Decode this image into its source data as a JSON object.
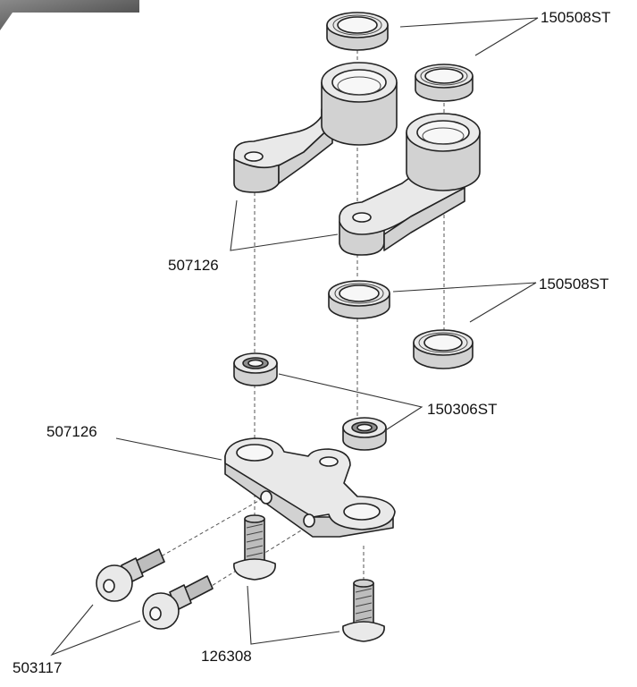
{
  "labels": {
    "bearing_top": "150508ST",
    "arm_upper": "507126",
    "bearing_mid": "150508ST",
    "bearing_small": "150306ST",
    "arm_lower": "507126",
    "ball_stud": "503117",
    "screw": "126308"
  },
  "colors": {
    "line": "#222222",
    "light_fill": "#e9e9e9",
    "mid_fill": "#d2d2d2",
    "dark_fill": "#8e8e8e",
    "corner_banner": "#555555"
  }
}
